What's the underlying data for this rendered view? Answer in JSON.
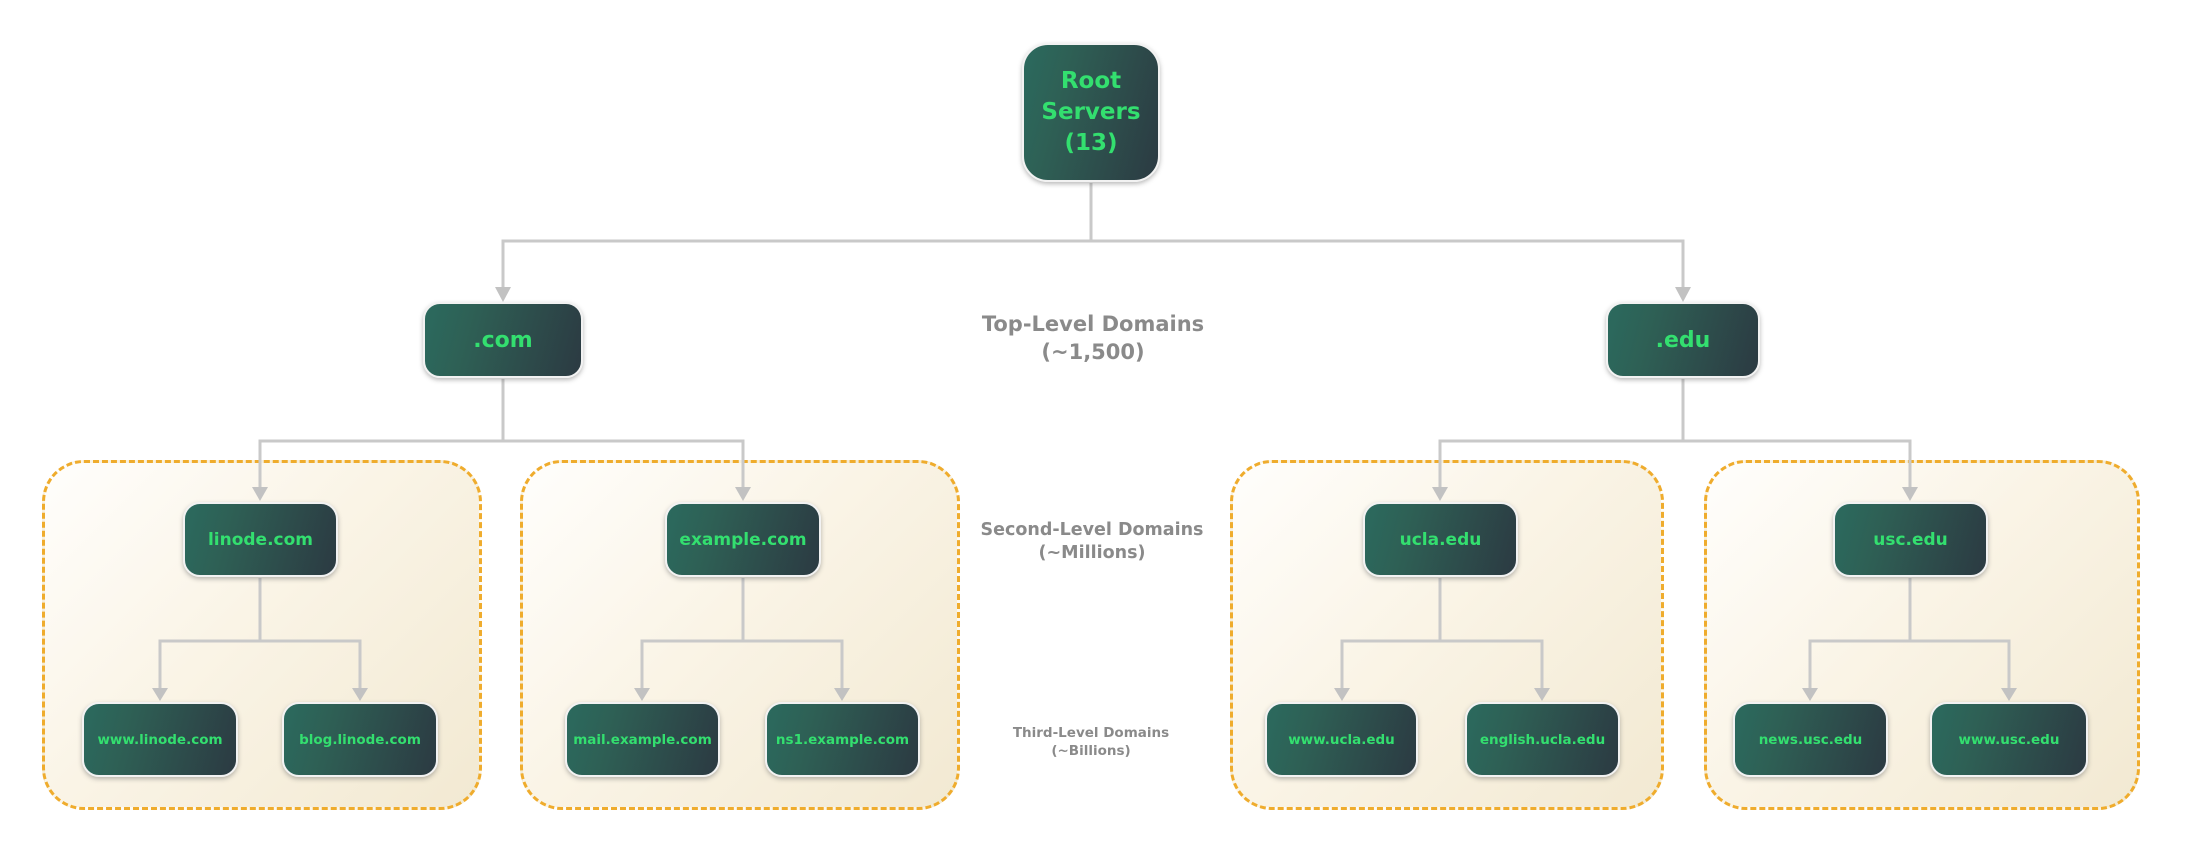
{
  "levels": {
    "tld": {
      "line1": "Top-Level Domains",
      "line2": "(~1,500)"
    },
    "sld": {
      "line1": "Second-Level Domains",
      "line2": "(~Millions)"
    },
    "third": {
      "line1": "Third-Level Domains",
      "line2": "(~Billions)"
    }
  },
  "nodes": {
    "root": {
      "lines": [
        "Root",
        "Servers",
        "(13)"
      ]
    },
    "com": {
      "label": ".com"
    },
    "edu": {
      "label": ".edu"
    },
    "linode": {
      "label": "linode.com"
    },
    "example": {
      "label": "example.com"
    },
    "ucla": {
      "label": "ucla.edu"
    },
    "usc": {
      "label": "usc.edu"
    },
    "www_linode": {
      "label": "www.linode.com"
    },
    "blog_linode": {
      "label": "blog.linode.com"
    },
    "mail_example": {
      "label": "mail.example.com"
    },
    "ns1_example": {
      "label": "ns1.example.com"
    },
    "www_ucla": {
      "label": "www.ucla.edu"
    },
    "english_ucla": {
      "label": "english.ucla.edu"
    },
    "news_usc": {
      "label": "news.usc.edu"
    },
    "www_usc": {
      "label": "www.usc.edu"
    }
  },
  "colors": {
    "node_gradient_start": "#2b6a5e",
    "node_gradient_end": "#2c3a42",
    "node_text": "#33df6f",
    "group_border": "#efac2d",
    "group_background": "#f2e9d2",
    "connector": "#c9c9c9",
    "level_label_text": "#8a8a8a"
  }
}
